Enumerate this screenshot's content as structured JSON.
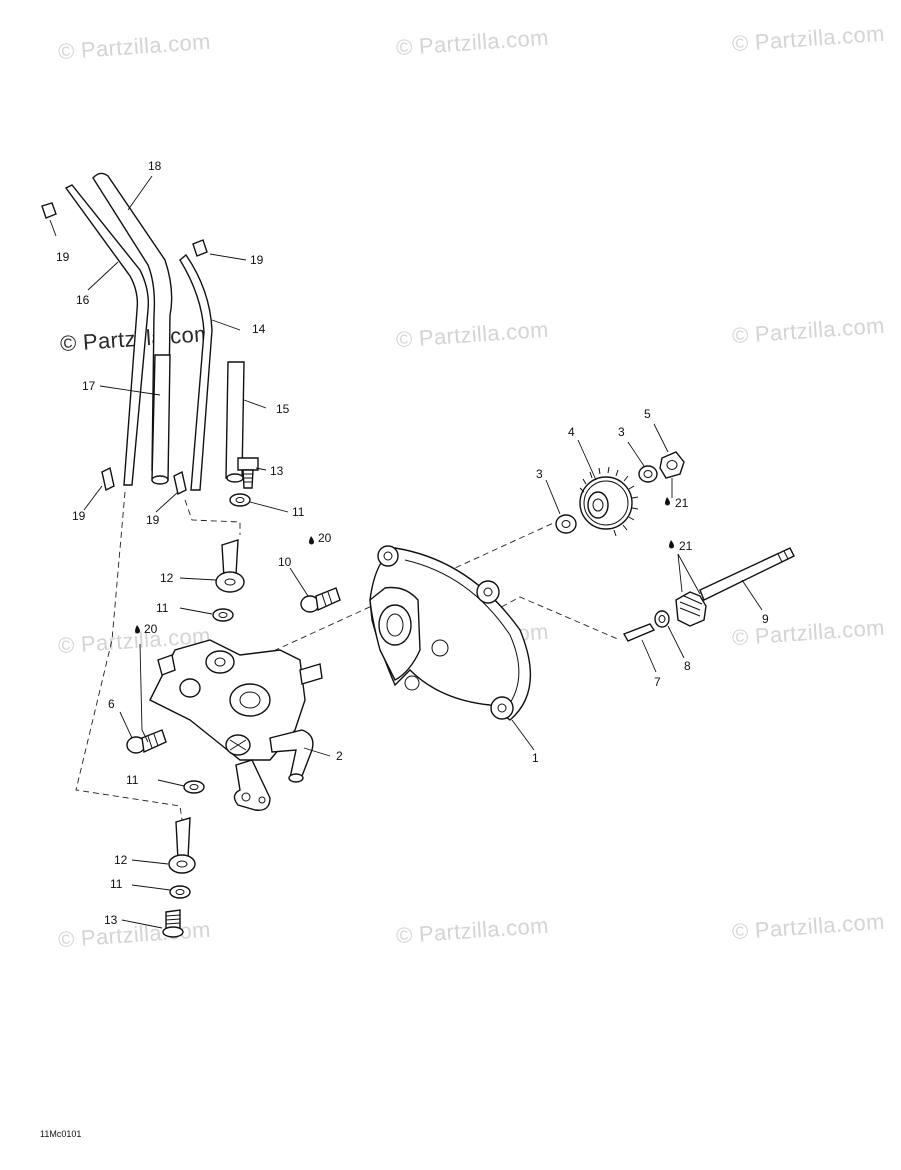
{
  "watermark_text": "© Partzilla.com",
  "drawing_code": "11Mc0101",
  "callouts": {
    "c1": "1",
    "c2": "2",
    "c3a": "3",
    "c3b": "3",
    "c4": "4",
    "c5": "5",
    "c6": "6",
    "c7": "7",
    "c8": "8",
    "c9": "9",
    "c10": "10",
    "c11a": "11",
    "c11b": "11",
    "c11c": "11",
    "c11d": "11",
    "c12a": "12",
    "c12b": "12",
    "c13a": "13",
    "c13b": "13",
    "c14": "14",
    "c15": "15",
    "c16": "16",
    "c17": "17",
    "c18": "18",
    "c19a": "19",
    "c19b": "19",
    "c19c": "19",
    "c19d": "19",
    "c20a": "20",
    "c20b": "20",
    "c21a": "21",
    "c21b": "21"
  }
}
